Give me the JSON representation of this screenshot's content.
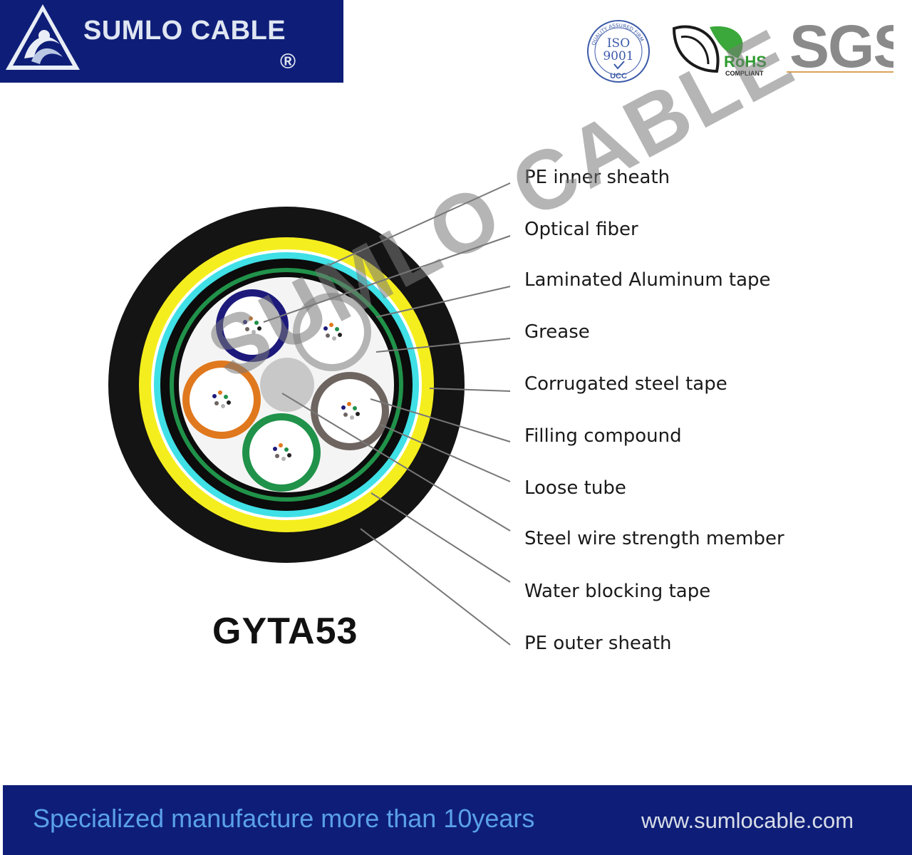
{
  "header": {
    "brand_name": "SUMLO CABLE",
    "brand_reg": "®",
    "certifications": {
      "iso_top": "QUALITY ASSURED FIRM",
      "iso_main": "ISO",
      "iso_number": "9001",
      "iso_bottom": "UCC",
      "rohs": "RoHS",
      "rohs_sub": "COMPLIANT",
      "sgs": "SGS"
    }
  },
  "diagram": {
    "model": "GYTA53",
    "watermark": "SUMLO CABLE",
    "labels": [
      "PE inner sheath",
      "Optical fiber",
      "Laminated Aluminum tape",
      "Grease",
      "Corrugated steel tape",
      "Filling compound",
      "Loose tube",
      "Steel wire strength  member",
      "Water blocking tape",
      "PE outer sheath"
    ],
    "colors": {
      "outer_sheath": "#141414",
      "steel_tape": "#f5ee1e",
      "aluminum_tape": "#3fe0e6",
      "inner_sheath": "#0c0c0c",
      "water_blocking": "#20924a",
      "tube_blue": "#1d1a7c",
      "tube_grey": "#b4b4b4",
      "tube_orange": "#e0781e",
      "tube_brown": "#6e6460",
      "tube_green": "#20924a",
      "strength_member": "#c8c8c8"
    }
  },
  "footer": {
    "slogan": "Specialized manufacture more than 10years",
    "url": "www.sumlocable.com"
  }
}
